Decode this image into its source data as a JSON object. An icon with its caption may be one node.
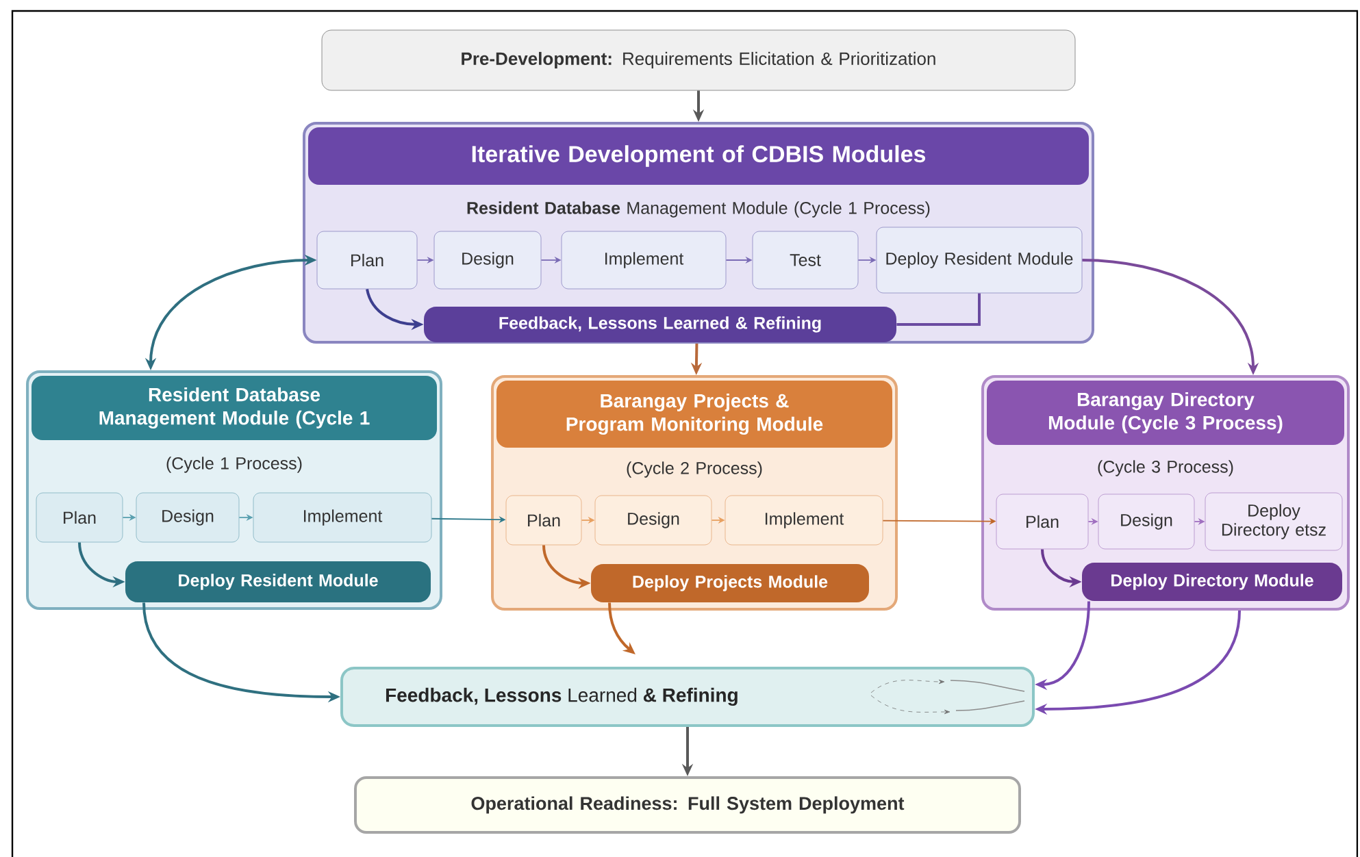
{
  "diagram": {
    "nodes": [
      {
        "text": [
          "**Pre-Development:** Requirements Elicitation & Prioritization"
        ]
      },
      {
        "text": [
          "Iterative Development of CDBIS Modules",
          "**Resident Database** Management Module (Cycle 1 Process)"
        ]
      },
      {
        "text": [
          "Plan"
        ],
        "in": 1
      },
      {
        "text": [
          "Design"
        ],
        "in": 1
      },
      {
        "text": [
          "Implement"
        ],
        "in": 1
      },
      {
        "text": [
          "Test"
        ],
        "in": 1
      },
      {
        "text": [
          "Deploy Resident Module"
        ],
        "in": 1
      },
      {
        "text": [
          "Feedback, Lessons Learned & Refining"
        ],
        "in": 1
      },
      {
        "text": [
          "Resident Database Management Module (Cycle 1",
          "(Cycle 1 Process)"
        ]
      },
      {
        "text": [
          "Plan"
        ],
        "in": 8
      },
      {
        "text": [
          "Design"
        ],
        "in": 8
      },
      {
        "text": [
          "Implement"
        ],
        "in": 8
      },
      {
        "text": [
          "Deploy Resident Module"
        ],
        "in": 8
      },
      {
        "text": [
          "Barangay Projects & Program Monitoring Module",
          "(Cycle 2 Process)"
        ]
      },
      {
        "text": [
          "Plan"
        ],
        "in": 13
      },
      {
        "text": [
          "Design"
        ],
        "in": 13
      },
      {
        "text": [
          "Implement"
        ],
        "in": 13
      },
      {
        "text": [
          "Deploy Projects Module"
        ],
        "in": 13
      },
      {
        "text": [
          "Barangay Directory Module (Cycle 3 Process)",
          "(Cycle 3 Process)"
        ]
      },
      {
        "text": [
          "Plan"
        ],
        "in": 18
      },
      {
        "text": [
          "Design"
        ],
        "in": 18
      },
      {
        "text": [
          "Deploy Directory etsz"
        ],
        "in": 18
      },
      {
        "text": [
          "Deploy Directory Module"
        ],
        "in": 18
      },
      {
        "text": [
          "**Feedback, Lessons** Learned **& Refining**"
        ]
      },
      {
        "text": [
          "Operational Readiness: Full System Deployment"
        ]
      }
    ],
    "edges": [
      {
        "from": 0,
        "to": 1,
        "arrow": "to",
        "color": "#595959"
      },
      {
        "from": 2,
        "to": 3,
        "arrow": "to",
        "color": "#7a6bb5"
      },
      {
        "from": 3,
        "to": 4,
        "arrow": "to",
        "color": "#7a6bb5"
      },
      {
        "from": 4,
        "to": 5,
        "arrow": "to",
        "color": "#7a6bb5"
      },
      {
        "from": 5,
        "to": 6,
        "arrow": "to",
        "color": "#7a6bb5"
      },
      {
        "from": 2,
        "to": 7,
        "arrow": "to",
        "color": "#3d3f8f"
      },
      {
        "from": 6,
        "to": 7,
        "arrow": "none",
        "color": "#6a4aa0"
      },
      {
        "from": 1,
        "to": 13,
        "arrow": "to",
        "color": "#b8693a"
      },
      {
        "from": 8,
        "to": 2,
        "arrow": "both",
        "color": "#2f6f80"
      },
      {
        "from": 6,
        "to": 18,
        "arrow": "to",
        "color": "#7a4a9a"
      },
      {
        "from": 9,
        "to": 10,
        "arrow": "to",
        "color": "#5aa0b0"
      },
      {
        "from": 10,
        "to": 11,
        "arrow": "to",
        "color": "#5aa0b0"
      },
      {
        "from": 9,
        "to": 12,
        "arrow": "to",
        "color": "#2f6f80"
      },
      {
        "from": 11,
        "to": 14,
        "arrow": "to",
        "color": "#2f7a8c"
      },
      {
        "from": 14,
        "to": 15,
        "arrow": "to",
        "color": "#e8a060"
      },
      {
        "from": 15,
        "to": 16,
        "arrow": "to",
        "color": "#e8a060"
      },
      {
        "from": 14,
        "to": 17,
        "arrow": "to",
        "color": "#c0682a"
      },
      {
        "from": 16,
        "to": 19,
        "arrow": "to",
        "color": "#c0682a"
      },
      {
        "from": 19,
        "to": 20,
        "arrow": "to",
        "color": "#a070c0"
      },
      {
        "from": 20,
        "to": 21,
        "arrow": "to",
        "color": "#a070c0"
      },
      {
        "from": 19,
        "to": 22,
        "arrow": "to",
        "color": "#6a3a90"
      },
      {
        "from": 12,
        "to": 23,
        "arrow": "to",
        "color": "#2f7080"
      },
      {
        "from": 17,
        "to": 23,
        "arrow": "to",
        "color": "#c0682a"
      },
      {
        "from": 22,
        "to": 23,
        "arrow": "to",
        "color": "#7a4ab0"
      },
      {
        "from": 18,
        "to": 23,
        "arrow": "to",
        "color": "#7a4ab0"
      },
      {
        "from": 23,
        "to": 24,
        "arrow": "to",
        "color": "#595959"
      }
    ]
  }
}
